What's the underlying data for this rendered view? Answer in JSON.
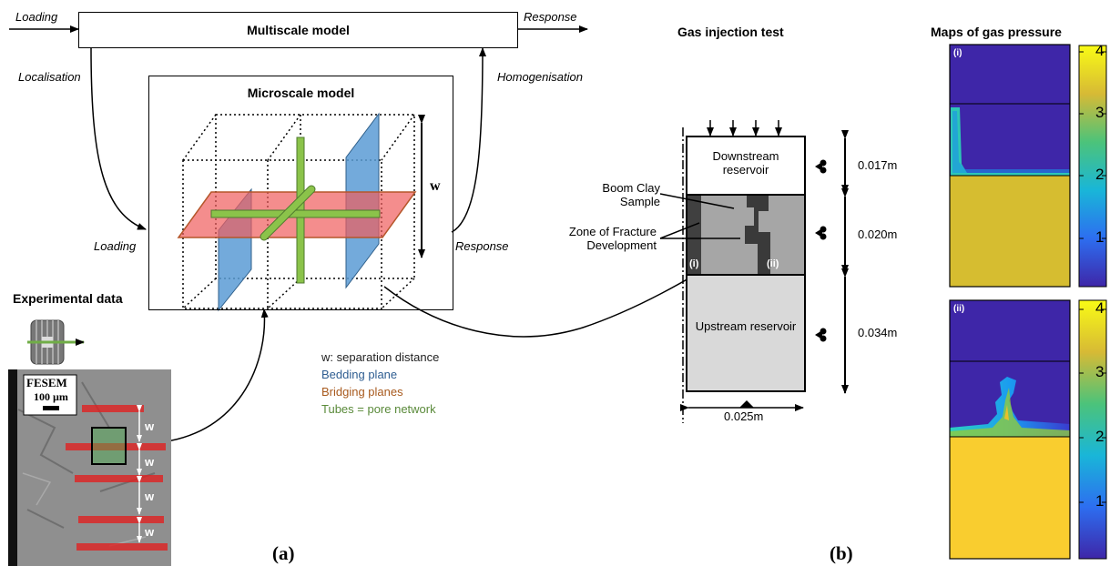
{
  "panel_a": {
    "multiscale_title": "Multiscale model",
    "microscale_title": "Microscale model",
    "loading_top": "Loading",
    "response_top": "Response",
    "localisation": "Localisation",
    "homogenisation": "Homogenisation",
    "loading_mid": "Loading",
    "response_mid": "Response",
    "w_symbol": "w",
    "experimental_title": "Experimental data",
    "fesem_label": "FESEM",
    "scale_label": "100 µm",
    "w_labels": [
      "w",
      "w",
      "w",
      "w"
    ],
    "legend": [
      {
        "text": "w: separation distance",
        "color": "#222222"
      },
      {
        "text": "Bedding plane",
        "color": "#2e5d91"
      },
      {
        "text": "Bridging planes",
        "color": "#a85a1e"
      },
      {
        "text": "Tubes = pore network",
        "color": "#5a8a3a"
      }
    ],
    "fig_label": "(a)"
  },
  "panel_b": {
    "title": "Gas injection test",
    "downstream": "Downstream reservoir",
    "upstream": "Upstream reservoir",
    "sample_label": "Boom Clay Sample",
    "fracture_label": "Zone of Fracture Development",
    "marker_i": "(i)",
    "marker_ii": "(ii)",
    "dim_top": "0.017m",
    "dim_mid": "0.020m",
    "dim_bot": "0.034m",
    "dim_width": "0.025m",
    "fig_label": "(b)"
  },
  "panel_maps": {
    "title": "Maps of gas pressure",
    "map_i_label": "(i)",
    "map_ii_label": "(ii)",
    "colorbar_ticks": [
      "4",
      "3",
      "2",
      "1"
    ],
    "colormap": [
      "#3e26a8",
      "#2d8cf5",
      "#19c3b2",
      "#8fcb3f",
      "#f9c932",
      "#f9fb15"
    ]
  }
}
